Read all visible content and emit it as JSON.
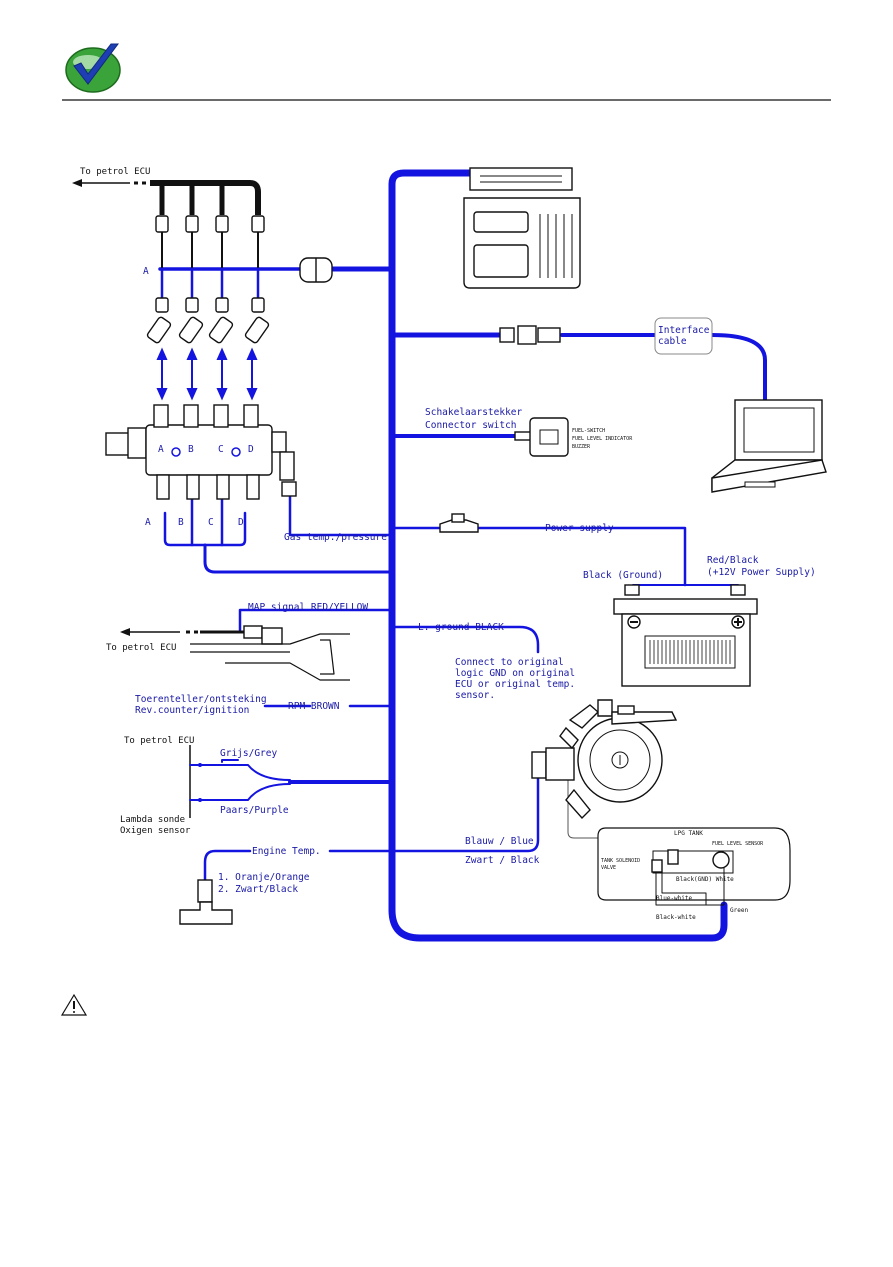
{
  "header": {
    "logo_icon": "green-checkmark-logo-icon"
  },
  "diagram": {
    "to_petrol_ecu_top": "To petrol ECU",
    "to_petrol_ecu_map": "To petrol ECU",
    "to_petrol_ecu_lambda": "To petrol ECU",
    "letters": [
      "A",
      "B",
      "C",
      "D"
    ],
    "letter_a": "A",
    "switch_label_nl": "Schakelaarstekker",
    "switch_label_en": "Connector switch",
    "switch_panel_1": "FUEL-SWITCH",
    "switch_panel_2": "FUEL LEVEL INDICATOR",
    "switch_panel_3": "BUZZER",
    "interface_1": "Interface",
    "interface_2": "cable",
    "power_supply": "Power supply",
    "black_ground": "Black (Ground)",
    "red_black": "Red/Black",
    "plus12v": "(+12V Power Supply)",
    "gas_temp": "Gas temp./pressure",
    "map_signal": "MAP signal RED/YELLOW",
    "l_ground": "L. ground BLACK",
    "connect_note": [
      "Connect to original",
      "logic GND on original",
      "ECU or original temp.",
      "sensor."
    ],
    "rev_nl": "Toerenteller/ontsteking",
    "rev_en": "Rev.counter/ignition",
    "rpm": "RPM BROWN",
    "grijs": "Grijs/Grey",
    "paars": "Paars/Purple",
    "lambda_nl": "Lambda sonde",
    "lambda_en": "Oxigen sensor",
    "engine_temp": "Engine Temp.",
    "oranje": "1. Oranje/Orange",
    "zwart_black": "2. Zwart/Black",
    "blauw": "Blauw / Blue",
    "zwart": "Zwart / Black",
    "lpg_tank": "LPG TANK",
    "fuel_level_sensor": "FUEL LEVEL SENSOR",
    "tank_solenoid_1": "TANK SOLENOID",
    "tank_solenoid_2": "VALVE",
    "black_gnd_white": "Black(GND) White",
    "blue_white": "Blue-white",
    "black_white": "Black-white",
    "green": "Green"
  },
  "footer": {
    "warning_icon": "warning-triangle-icon"
  },
  "colors": {
    "wire": "#1414e0",
    "logo_green": "#2e8b2e",
    "logo_blue": "#1d3fb3"
  }
}
